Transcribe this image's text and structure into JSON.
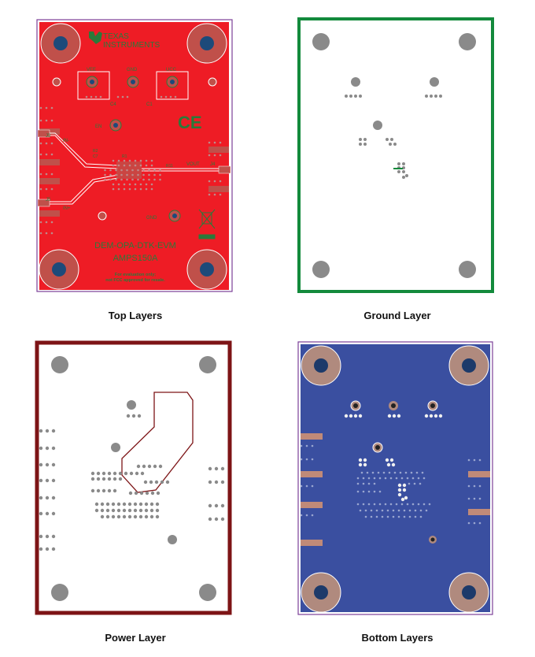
{
  "captions": {
    "top": "Top Layers",
    "ground": "Ground Layer",
    "power": "Power Layer",
    "bottom": "Bottom Layers"
  },
  "top_silkscreen": {
    "logo_line1": "TEXAS",
    "logo_line2": "INSTRUMENTS",
    "vee": "VEE",
    "gnd": "GND",
    "ucc": "UCC",
    "c4": "C4",
    "c1": "C1",
    "en": "EN",
    "j3": "J3",
    "in_minus": "IN-",
    "j5": "J5",
    "in_plus": "IN+",
    "j4": "J4",
    "vout": "VOUT",
    "r2": "R2",
    "c7": "C7",
    "r1": "R1",
    "r11": "R11",
    "gnd2": "GND",
    "ce_mark": "CE",
    "board_name": "DEM-OPA-DTK-EVM",
    "board_id": "AMPS150A",
    "notice_line1": "For evaluation only;",
    "notice_line2": "not FCC approved for resale."
  },
  "colors": {
    "top_copper": "#ee1c25",
    "ground_outline": "#138a3c",
    "power_outline": "#7d1416",
    "bottom_copper": "#3a4fa0",
    "silkscreen": "#2a7a3a",
    "pad": "#c0504a",
    "via": "#8a8a8a"
  }
}
